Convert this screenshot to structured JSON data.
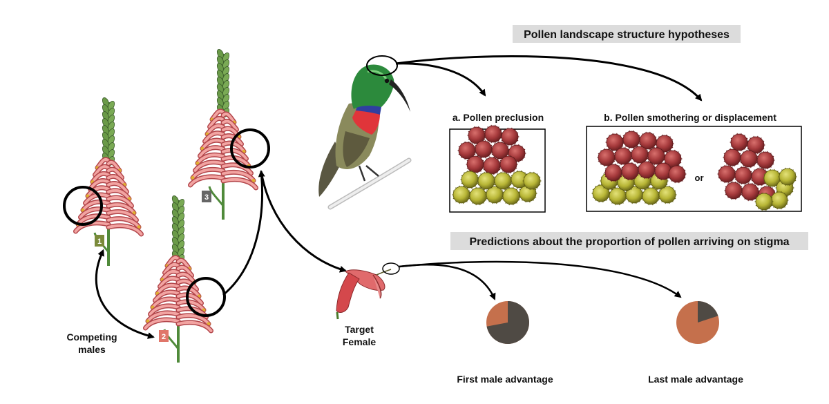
{
  "headers": {
    "hypotheses": "Pollen landscape structure hypotheses",
    "predictions": "Predictions about the proportion of pollen arriving on stigma"
  },
  "panels": {
    "a_title": "a. Pollen preclusion",
    "b_title": "b. Pollen smothering or displacement",
    "or": "or"
  },
  "plants": [
    {
      "badge": "1",
      "color": "#7a8a3a"
    },
    {
      "badge": "2",
      "color": "#e0766a"
    },
    {
      "badge": "3",
      "color": "#666666"
    }
  ],
  "labels": {
    "competing_males_1": "Competing",
    "competing_males_2": "males",
    "target_1": "Target",
    "target_2": "Female"
  },
  "predictions": [
    {
      "label": "First male advantage",
      "dark_fraction": 0.72,
      "orange_fraction": 0.28
    },
    {
      "label": "Last male advantage",
      "dark_fraction": 0.2,
      "orange_fraction": 0.8
    }
  ],
  "colors": {
    "pollen_red": "#a63a3c",
    "pollen_yellow": "#b7b535",
    "pie_dark": "#4f4a44",
    "pie_orange": "#c5704c",
    "header_bg": "#dcdcdc"
  }
}
